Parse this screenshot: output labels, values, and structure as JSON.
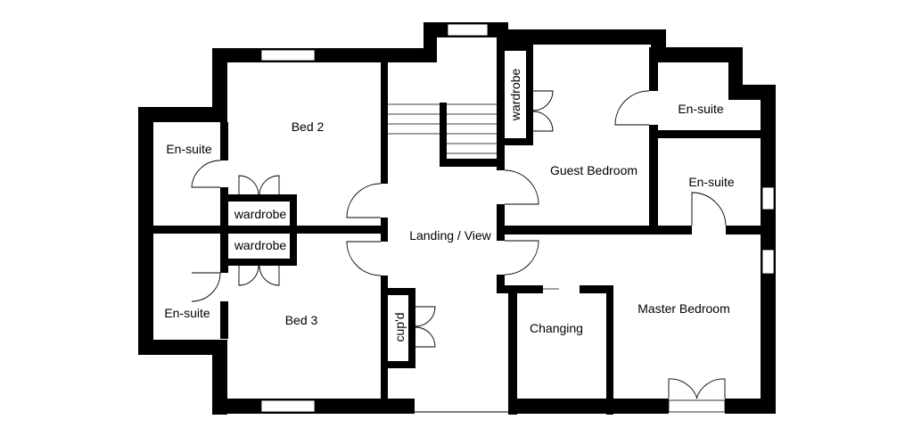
{
  "rooms": {
    "bed2": "Bed 2",
    "bed3": "Bed 3",
    "ensuite_left_top": "En-suite",
    "ensuite_left_bottom": "En-suite",
    "wardrobe_bed2": "wardrobe",
    "wardrobe_bed3": "wardrobe",
    "landing": "Landing / View",
    "cupboard": "cup'd",
    "wardrobe_guest": "wardrobe",
    "guest_bedroom": "Guest Bedroom",
    "ensuite_right_top": "En-suite",
    "ensuite_right_bottom": "En-suite",
    "changing": "Changing",
    "master_bedroom": "Master Bedroom"
  },
  "colors": {
    "wall": "#000000",
    "background": "#ffffff"
  }
}
